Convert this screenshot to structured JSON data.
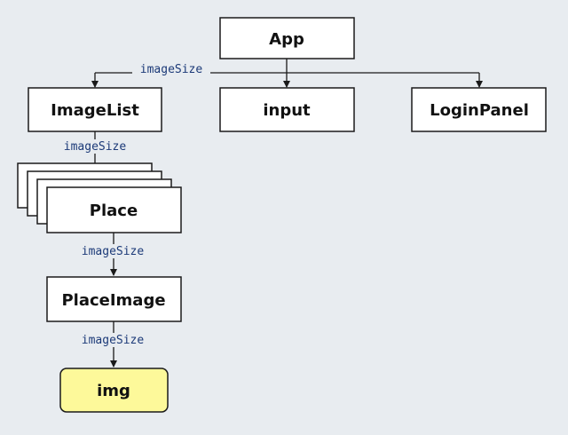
{
  "colors": {
    "background": "#e8ecf0",
    "node_fill": "#ffffff",
    "node_stroke": "#1a1a1a",
    "highlight_fill": "#fdf99a",
    "edge_label": "#1c3a78"
  },
  "nodes": {
    "app": "App",
    "image_list": "ImageList",
    "input": "input",
    "login_panel": "LoginPanel",
    "place": "Place",
    "place_image": "PlaceImage",
    "img": "img"
  },
  "edges": {
    "app_to_image_list": "imageSize",
    "image_list_to_place": "imageSize",
    "place_to_place_image": "imageSize",
    "place_image_to_img": "imageSize"
  }
}
